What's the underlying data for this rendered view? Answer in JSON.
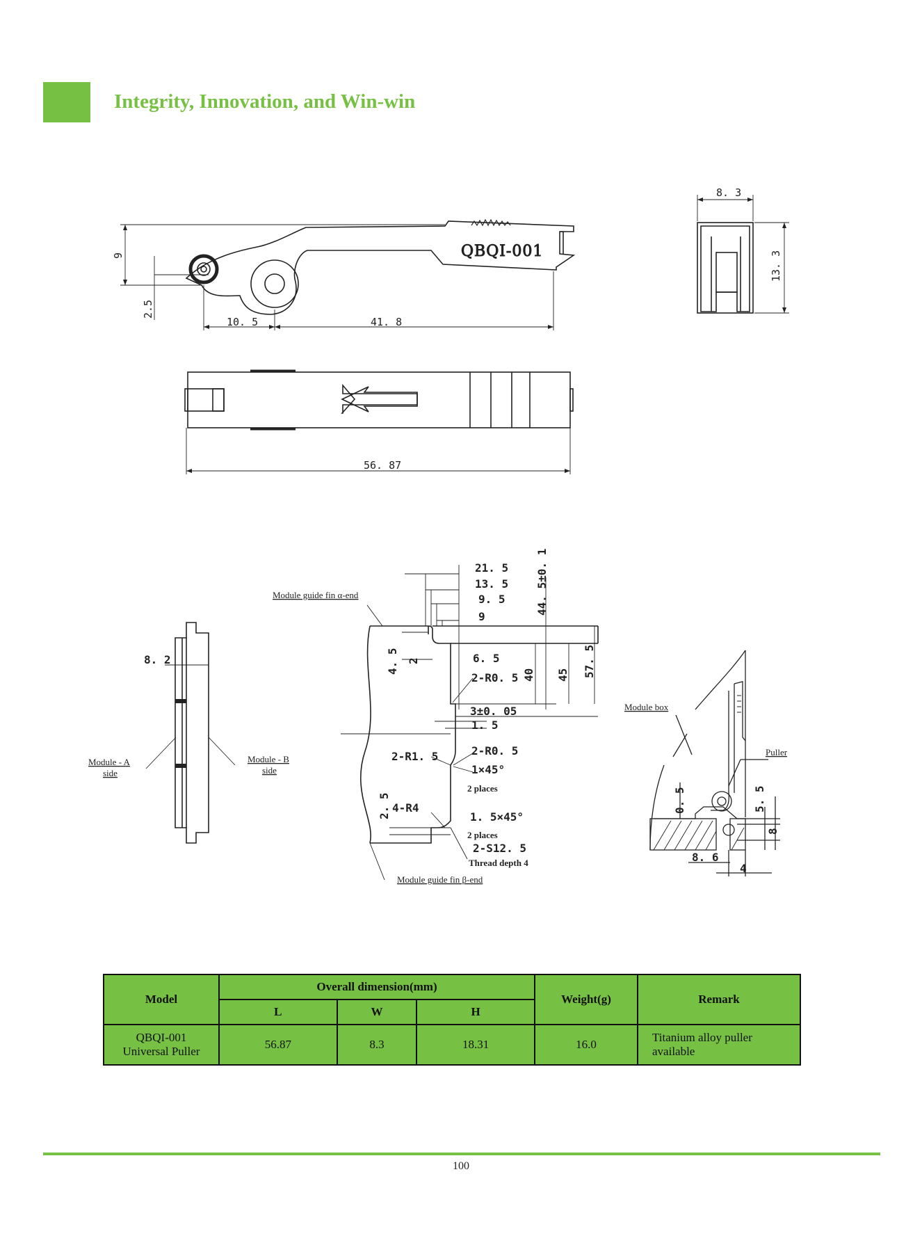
{
  "header": {
    "title": "Integrity, Innovation, and Win-win",
    "accent_color": "#76c043"
  },
  "drawing_top": {
    "part_label": "QBQI-001",
    "dims": {
      "height_9": "9",
      "offset_2_5": "2.5",
      "len_10_5": "10. 5",
      "len_41_8": "41. 8",
      "width_8_3": "8. 3",
      "height_13_3": "13. 3",
      "total_56_87": "56. 87"
    }
  },
  "drawing_bottom": {
    "labels": {
      "module_guide_alpha": "Module guide fin α-end",
      "module_guide_beta": "Module guide fin β-end",
      "module_a_line1": "Module - A",
      "module_a_line2": "side",
      "module_b_line1": "Module - B",
      "module_b_line2": "side",
      "module_box": "Module box",
      "puller": "Puller",
      "two_places_1": "2 places",
      "two_places_2": "2 places",
      "thread_depth": "Thread depth 4"
    },
    "dims": {
      "d_8_2": "8. 2",
      "d_21_5": "21. 5",
      "d_13_5": "13. 5",
      "d_9_5": "9. 5",
      "d_9": "9",
      "d_44_5": "44. 5±0. 1",
      "d_6_5": "6. 5",
      "d_2_r0_5_a": "2-R0. 5",
      "d_4_5": "4. 5",
      "d_2": "2",
      "d_40": "40",
      "d_45": "45",
      "d_57_5": "57. 5",
      "d_3_005": "3±0. 05",
      "d_1_5": "1. 5",
      "d_2_r1_5": "2-R1. 5",
      "d_2_r0_5_b": "2-R0. 5",
      "d_1x45": "1×45°",
      "d_2_5": "2. 5",
      "d_4_r4": "4-R4",
      "d_1_5x45": "1. 5×45°",
      "d_2_s12_5": "2-S12. 5",
      "d_0_5": "0. 5",
      "d_5_5": "5. 5",
      "d_8": "8",
      "d_8_6": "8. 6",
      "d_4": "4"
    }
  },
  "spec_table": {
    "headers": {
      "model": "Model",
      "overall": "Overall dimension(mm)",
      "l": "L",
      "w": "W",
      "h": "H",
      "weight": "Weight(g)",
      "remark": "Remark"
    },
    "row": {
      "model_line1": "QBQI-001",
      "model_line2": "Universal Puller",
      "l": "56.87",
      "w": "8.3",
      "h": "18.31",
      "weight": "16.0",
      "remark_line1": "Titanium alloy puller",
      "remark_line2": "available"
    }
  },
  "footer": {
    "page_number": "100"
  }
}
